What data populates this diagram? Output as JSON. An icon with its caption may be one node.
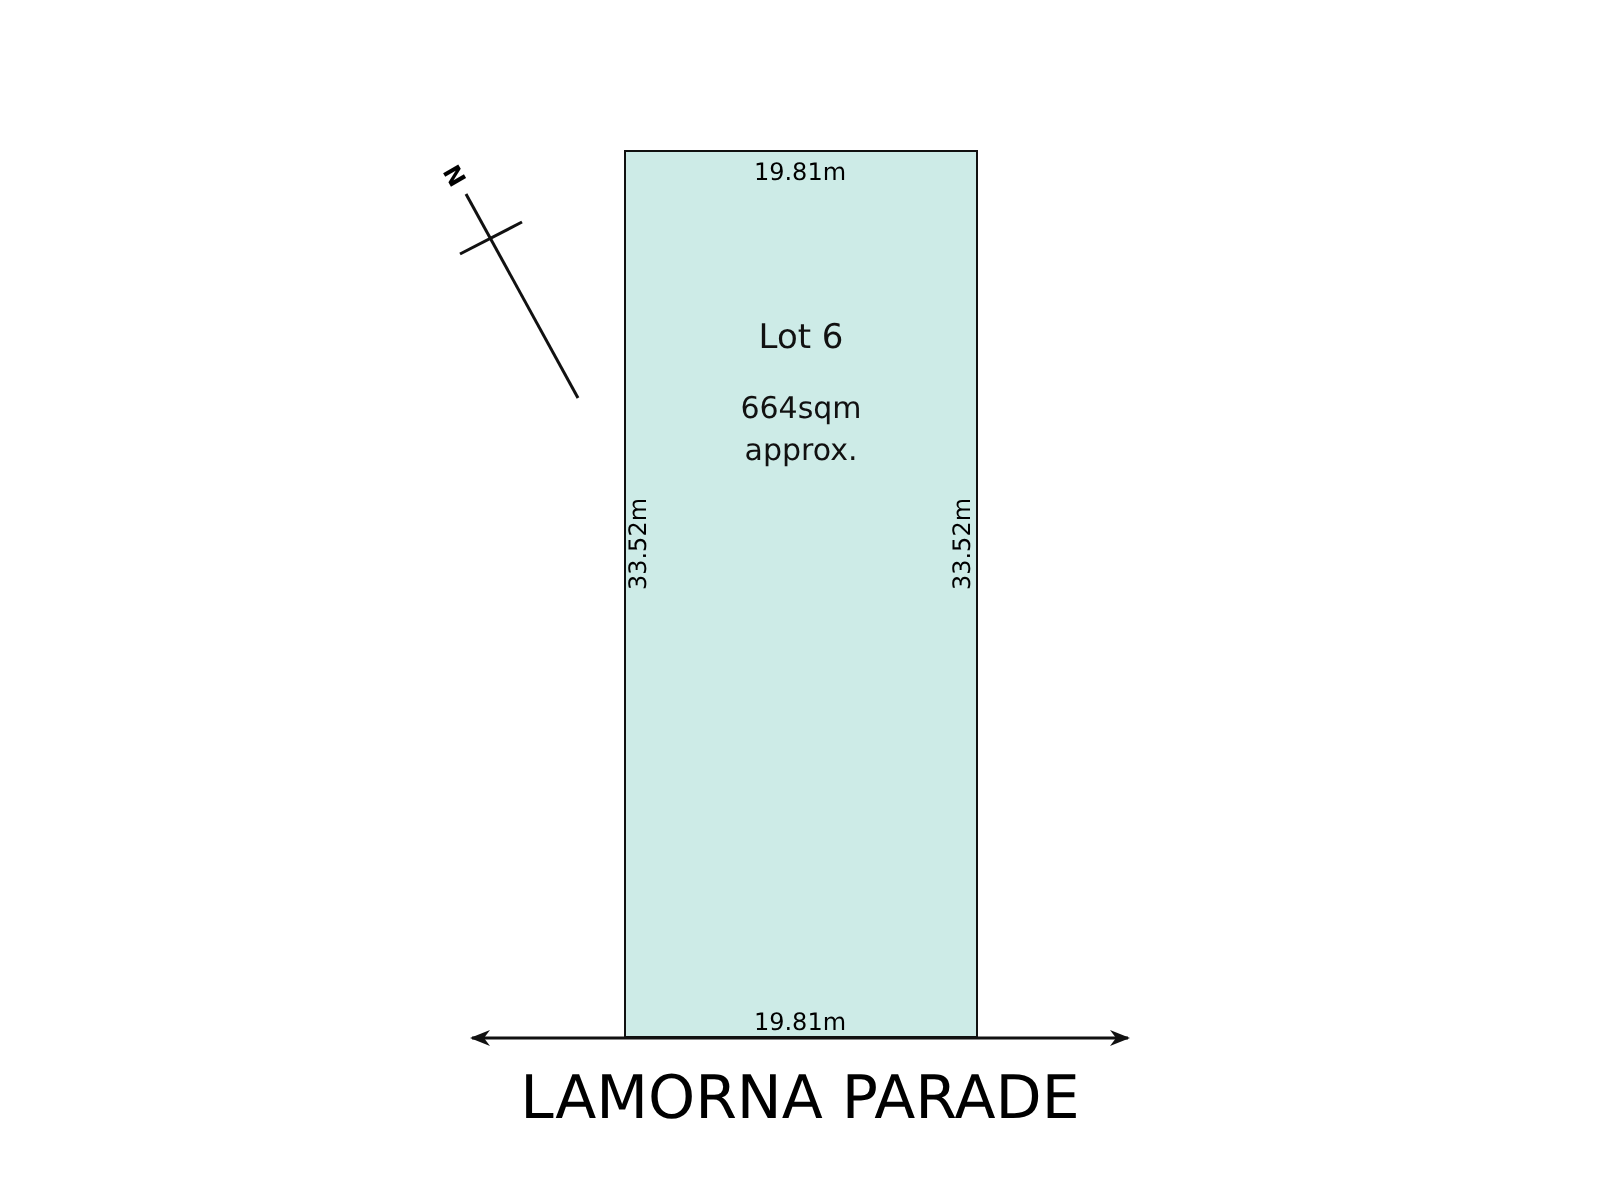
{
  "diagram": {
    "nodes": [
      {
        "text": [
          "Lot 6",
          "664sqm approx."
        ]
      }
    ],
    "labels": [
      "N",
      "19.81m",
      "33.52m",
      "33.52m",
      "19.81m",
      "LAMORNA PARADE"
    ]
  }
}
